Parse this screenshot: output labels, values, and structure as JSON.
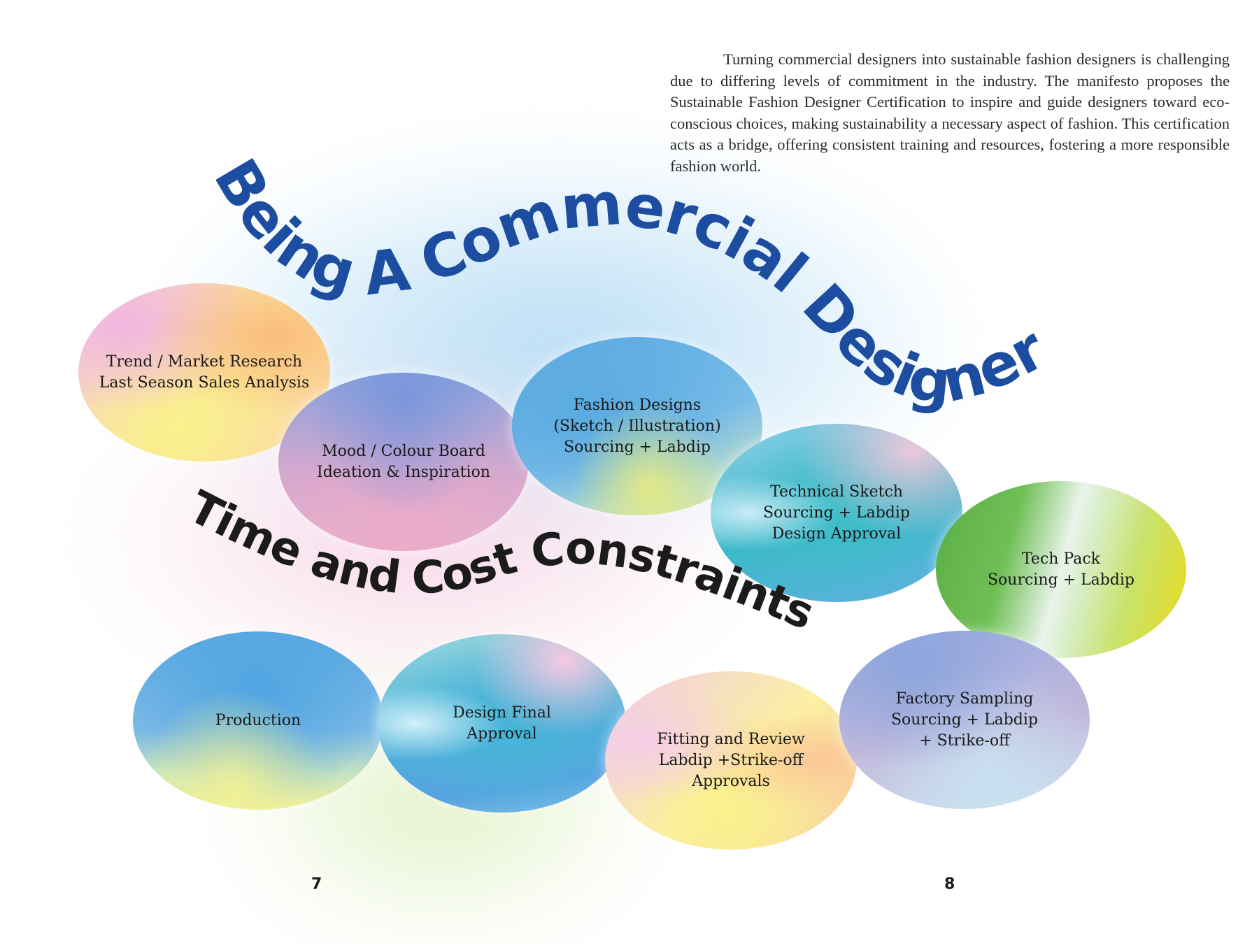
{
  "intro_text": "Turning commercial designers into sustainable fashion designers is challenging due to differing levels of commitment in the industry. The manifesto proposes the Sustainable Fashion Designer Certification to inspire and guide designers toward eco-conscious choices, making sustainability a necessary aspect of fashion. This certification acts as a bridge, offering consistent training and resources, fostering a more responsible fashion world.",
  "title": "Being A Commercial Designer",
  "subtitle": "Time and Cost Constraints",
  "bubbles": {
    "trend": "Trend / Market Research\nLast Season Sales Analysis",
    "mood": "Mood / Colour Board\nIdeation & Inspiration",
    "fashion": "Fashion Designs\n(Sketch / Illustration)\nSourcing + Labdip",
    "technical": "Technical Sketch\nSourcing + Labdip\nDesign Approval",
    "techpack": "Tech Pack\nSourcing + Labdip",
    "production": "Production",
    "final": "Design Final\nApproval",
    "fitting": "Fitting and Review\nLabdip +Strike-off\nApprovals",
    "factory": "Factory Sampling\nSourcing + Labdip\n+ Strike-off"
  },
  "page_numbers": {
    "left": "7",
    "right": "8"
  },
  "colors": {
    "title": "#1c4da0",
    "subtitle": "#1b1b1b"
  }
}
